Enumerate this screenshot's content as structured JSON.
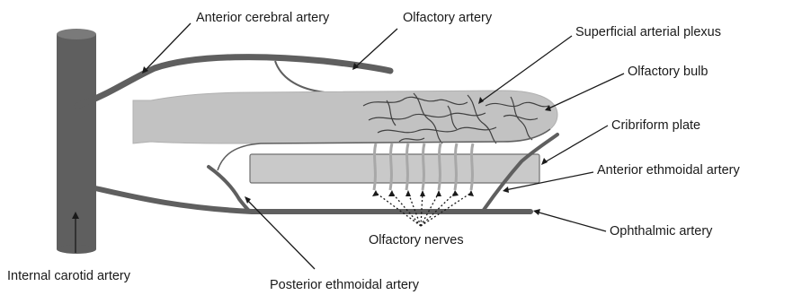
{
  "labels": {
    "anterior_cerebral": "Anterior cerebral artery",
    "olfactory_artery": "Olfactory artery",
    "superficial_plexus": "Superficial arterial plexus",
    "olfactory_bulb": "Olfactory bulb",
    "cribriform_plate": "Cribriform plate",
    "anterior_ethmoidal": "Anterior ethmoidal artery",
    "ophthalmic": "Ophthalmic artery",
    "olfactory_nerves": "Olfactory nerves",
    "internal_carotid": "Internal carotid artery",
    "posterior_ethmoidal": "Posterior ethmoidal artery"
  },
  "colors": {
    "artery": "#5f5f5f",
    "bulb": "#c2c2c2",
    "plate": "#c9c9c9",
    "text": "#1a1a1a"
  }
}
